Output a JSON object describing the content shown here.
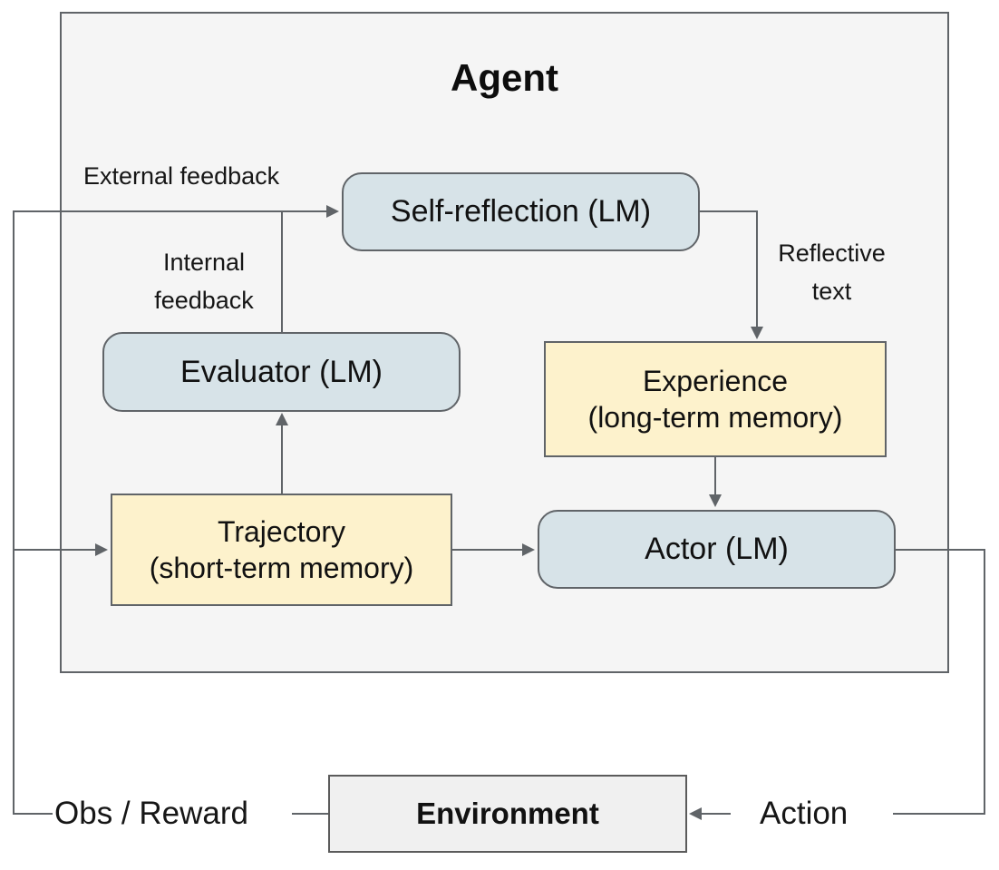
{
  "diagram": {
    "title": "Agent",
    "nodes": {
      "self_reflection": {
        "label": "Self-reflection (LM)"
      },
      "evaluator": {
        "label": "Evaluator (LM)"
      },
      "actor": {
        "label": "Actor (LM)"
      },
      "experience": {
        "title": "Experience",
        "subtitle": "(long-term memory)"
      },
      "trajectory": {
        "title": "Trajectory",
        "subtitle": "(short-term memory)"
      },
      "environment": {
        "label": "Environment"
      }
    },
    "edge_labels": {
      "external_feedback": "External feedback",
      "internal_feedback": {
        "line1": "Internal",
        "line2": "feedback"
      },
      "reflective_text": {
        "line1": "Reflective",
        "line2": "text"
      },
      "obs_reward": "Obs / Reward",
      "action": "Action"
    },
    "colors": {
      "lm_node_fill": "#d7e3e8",
      "memory_node_fill": "#fdf2cc",
      "environment_fill": "#f0f0f0",
      "agent_container_fill": "#f5f5f5",
      "node_border": "#606468",
      "edge_line": "#606468",
      "text": "#111111",
      "background": "#ffffff"
    }
  }
}
